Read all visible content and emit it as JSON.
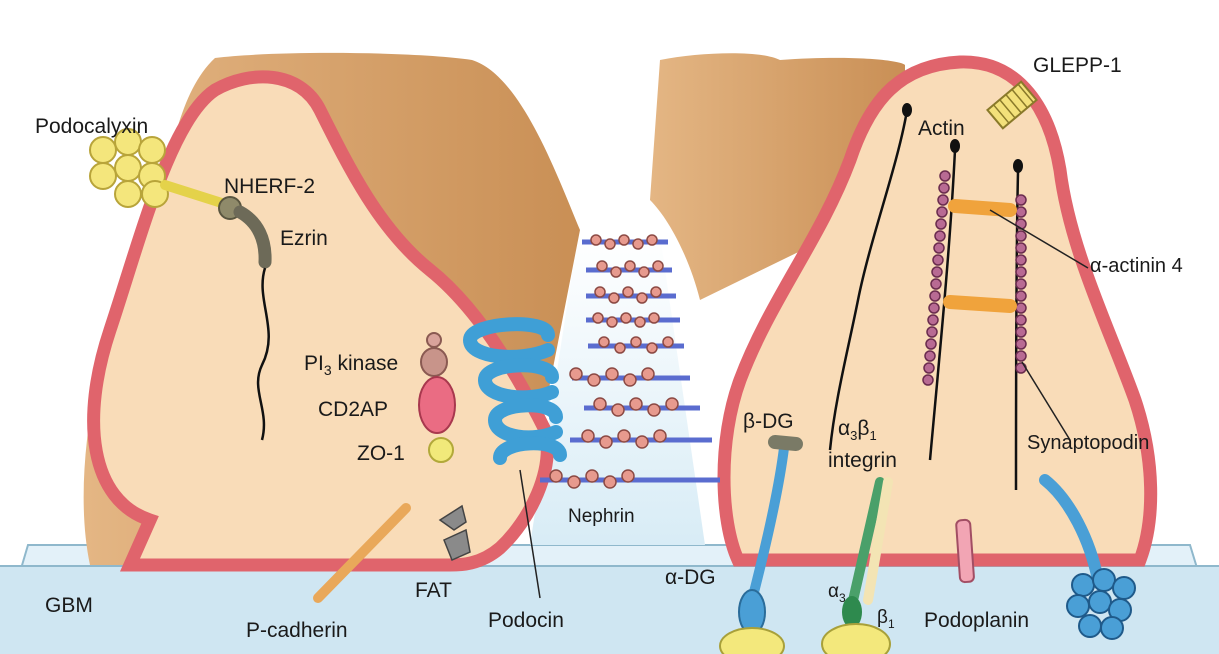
{
  "labels": {
    "podocalyxin": "Podocalyxin",
    "nherf2": "NHERF-2",
    "ezrin": "Ezrin",
    "pi3_prefix": "PI",
    "pi3_sub": "3",
    "pi3_suffix": " kinase",
    "cd2ap": "CD2AP",
    "zo1": "ZO-1",
    "gbm": "GBM",
    "p_cadherin": "P-cadherin",
    "fat": "FAT",
    "podocin": "Podocin",
    "nephrin": "Nephrin",
    "glepp1": "GLEPP-1",
    "actin": "Actin",
    "alpha_actinin4": "α-actinin 4",
    "beta_dg": "β-DG",
    "a3b1_alpha": "α",
    "a3b1_alpha_sub": "3",
    "a3b1_beta": "β",
    "a3b1_beta_sub": "1",
    "integrin": "integrin",
    "synaptopodin": "Synaptopodin",
    "alpha_dg": "α-DG",
    "alpha3_a": "α",
    "alpha3_sub": "3",
    "beta1_b": "β",
    "beta1_sub": "1",
    "podoplanin": "Podoplanin"
  },
  "colors": {
    "membrane": "#e0646c",
    "cytoplasm": "#f9dcb8",
    "cell_top": "#d9a36d",
    "gbm": "#cfe6f2",
    "podocalyxin": "#f4e67c",
    "nephrin_rod": "#5a6ccf",
    "nephrin_bead": "#e79a8e",
    "podocin": "#3f9fd6",
    "actinin": "#f0a33c",
    "synaptopodin": "#b86a93"
  }
}
